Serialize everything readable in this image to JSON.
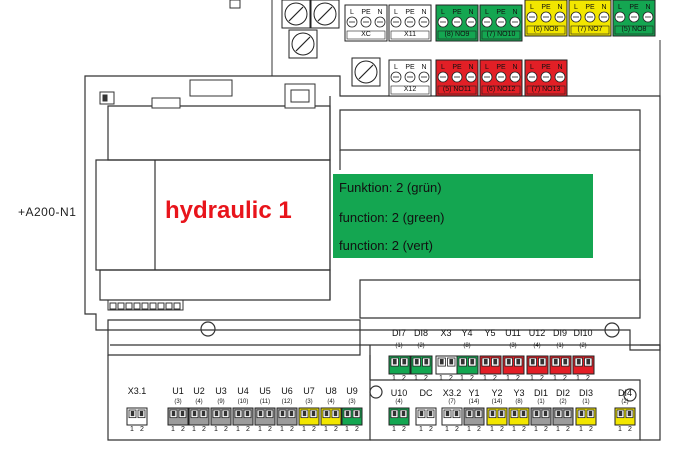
{
  "device_label": "+A200-N1",
  "board_title": "hydraulic 1",
  "function_lines": [
    "Funktion: 2 (grün)",
    "function: 2 (green)",
    "function: 2 (vert)"
  ],
  "colors": {
    "green": "#14a651",
    "red": "#e21f26",
    "yellow": "#f2e600",
    "grey": "#9c9c9c",
    "white": "#ffffff",
    "title": "#e8141b"
  },
  "top_terminals": [
    {
      "label": "XC",
      "sub": "",
      "color": "white"
    },
    {
      "label": "X11",
      "sub": "",
      "color": "white"
    },
    {
      "label": "NO9",
      "sub": "(8)",
      "color": "green"
    },
    {
      "label": "NO10",
      "sub": "(7)",
      "color": "green"
    },
    {
      "label": "NO6",
      "sub": "(6)",
      "color": "yellow"
    },
    {
      "label": "NO7",
      "sub": "(7)",
      "color": "yellow"
    },
    {
      "label": "NO8",
      "sub": "(5)",
      "color": "green"
    },
    {
      "label": "X12",
      "sub": "",
      "color": "white"
    },
    {
      "label": "NO11",
      "sub": "(5)",
      "color": "red"
    },
    {
      "label": "NO12",
      "sub": "(6)",
      "color": "red"
    },
    {
      "label": "NO13",
      "sub": "(7)",
      "color": "red"
    }
  ],
  "upper_row": [
    {
      "label": "DI7",
      "sub": "(1)",
      "color": "green"
    },
    {
      "label": "DI8",
      "sub": "(2)",
      "color": "green"
    },
    {
      "label": "X3",
      "sub": "",
      "color": "white"
    },
    {
      "label": "Y4",
      "sub": "(8)",
      "color": "green"
    },
    {
      "label": "Y5",
      "sub": "",
      "color": "red"
    },
    {
      "label": "U11",
      "sub": "(3)",
      "color": "red"
    },
    {
      "label": "U12",
      "sub": "(4)",
      "color": "red"
    },
    {
      "label": "DI9",
      "sub": "(1)",
      "color": "red"
    },
    {
      "label": "DI10",
      "sub": "(2)",
      "color": "red"
    }
  ],
  "lower_left": [
    {
      "label": "X3.1",
      "sub": "",
      "color": "white"
    },
    {
      "label": "U1",
      "sub": "(3)",
      "color": "grey"
    },
    {
      "label": "U2",
      "sub": "(4)",
      "color": "grey"
    },
    {
      "label": "U3",
      "sub": "(9)",
      "color": "grey"
    },
    {
      "label": "U4",
      "sub": "(10)",
      "color": "grey"
    },
    {
      "label": "U5",
      "sub": "(11)",
      "color": "grey"
    },
    {
      "label": "U6",
      "sub": "(12)",
      "color": "grey"
    },
    {
      "label": "U7",
      "sub": "(3)",
      "color": "yellow"
    },
    {
      "label": "U8",
      "sub": "(4)",
      "color": "yellow"
    },
    {
      "label": "U9",
      "sub": "(3)",
      "color": "green"
    }
  ],
  "lower_right": [
    {
      "label": "U10",
      "sub": "(4)",
      "color": "green"
    },
    {
      "label": "DC",
      "sub": "",
      "color": "white"
    },
    {
      "label": "X3.2",
      "sub": "(7)",
      "color": "white"
    },
    {
      "label": "Y1",
      "sub": "(14)",
      "color": "grey"
    },
    {
      "label": "Y2",
      "sub": "(14)",
      "color": "yellow"
    },
    {
      "label": "Y3",
      "sub": "(8)",
      "color": "yellow"
    },
    {
      "label": "DI1",
      "sub": "(1)",
      "color": "grey"
    },
    {
      "label": "DI2",
      "sub": "(2)",
      "color": "grey"
    },
    {
      "label": "DI3",
      "sub": "(1)",
      "color": "yellow"
    },
    {
      "label": "DI4",
      "sub": "(2)",
      "color": "yellow"
    }
  ],
  "pin_labels": [
    "1",
    "2"
  ],
  "relay_pin_labels": [
    "L",
    "PE",
    "N"
  ]
}
